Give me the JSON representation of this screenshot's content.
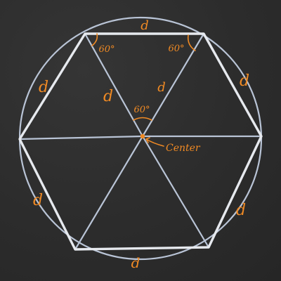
{
  "labels": {
    "side_top": "d",
    "side_upper_left": "d",
    "side_upper_right": "d",
    "side_lower_left": "d",
    "side_lower_right": "d",
    "side_bottom": "d",
    "radius_left": "d",
    "radius_right": "d",
    "angle_left": "60°",
    "angle_right": "60°",
    "angle_center": "60°",
    "center": "Center"
  },
  "colors": {
    "board": "#2b2b2b",
    "chalk": "#e6e9ee",
    "circle": "#b9c4d6",
    "annotation": "#f08a24"
  }
}
